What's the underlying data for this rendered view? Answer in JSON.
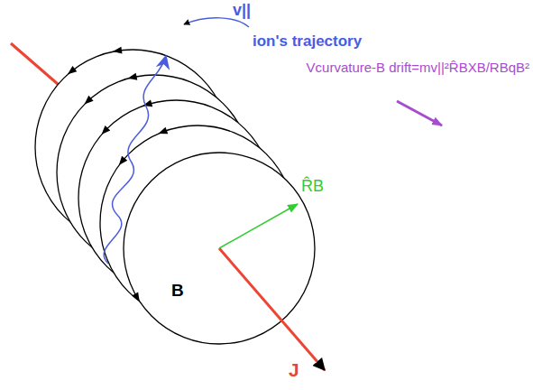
{
  "diagram": {
    "labels": [
      "v||",
      "ion's trajectory",
      "Vcurvature-B drift=mv||²R̂BXB/RBqB²",
      "B",
      "R̂B",
      "J"
    ]
  }
}
